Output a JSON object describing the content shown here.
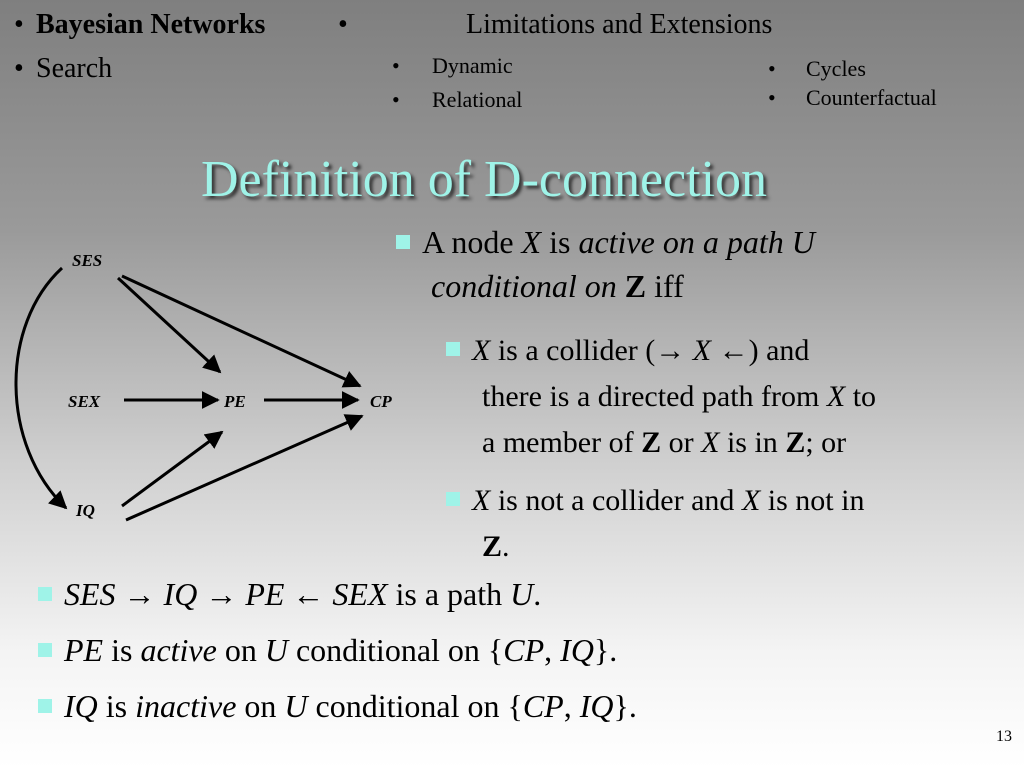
{
  "nav": {
    "col1": [
      {
        "label": "Bayesian Networks",
        "bold": true
      },
      {
        "label": "Search",
        "bold": false
      }
    ],
    "header": "Limitations and Extensions",
    "col2": [
      "Dynamic",
      "Relational"
    ],
    "col3": [
      "Cycles",
      "Counterfactual"
    ],
    "bullet": "•"
  },
  "title": "Definition of D-connection",
  "graph": {
    "nodes": {
      "ses": "SES",
      "sex": "SEX",
      "pe": "PE",
      "cp": "CP",
      "iq": "IQ"
    }
  },
  "definition": {
    "l1": {
      "a": "A node ",
      "b": "X",
      "c": " is ",
      "d": "active on a path U"
    },
    "l2": {
      "a": "conditional on ",
      "b": "Z",
      "c": " iff"
    },
    "s1": {
      "l1": {
        "a": "X",
        "b": " is a collider (→ ",
        "c": "X",
        "d": " ←) and"
      },
      "l2": {
        "a": "there is a directed path from ",
        "b": "X",
        "c": " to"
      },
      "l3": {
        "a": "a member of ",
        "b": "Z",
        "c": " or ",
        "d": "X",
        "e": " is in ",
        "f": "Z",
        "g": "; or"
      }
    },
    "s2": {
      "l1": {
        "a": "X",
        "b": " is not a collider and ",
        "c": "X",
        "d": " is not in"
      },
      "l2": {
        "a": "Z",
        "b": "."
      }
    }
  },
  "examples": {
    "e1": {
      "a": "SES → IQ → PE ← SEX",
      "b": " is a path ",
      "c": "U",
      "d": "."
    },
    "e2": {
      "a": "PE",
      "b": " is ",
      "c": "active",
      "d": " on ",
      "e": "U",
      "f": " conditional on {",
      "g": "CP",
      "h": ", ",
      "i": "IQ",
      "j": "}."
    },
    "e3": {
      "a": "IQ",
      "b": " is ",
      "c": "inactive",
      "d": " on ",
      "e": "U",
      "f": " conditional on {",
      "g": "CP",
      "h": ", ",
      "i": "IQ",
      "j": "}."
    }
  },
  "page_number": "13",
  "colors": {
    "accent": "#9ff3e8"
  }
}
